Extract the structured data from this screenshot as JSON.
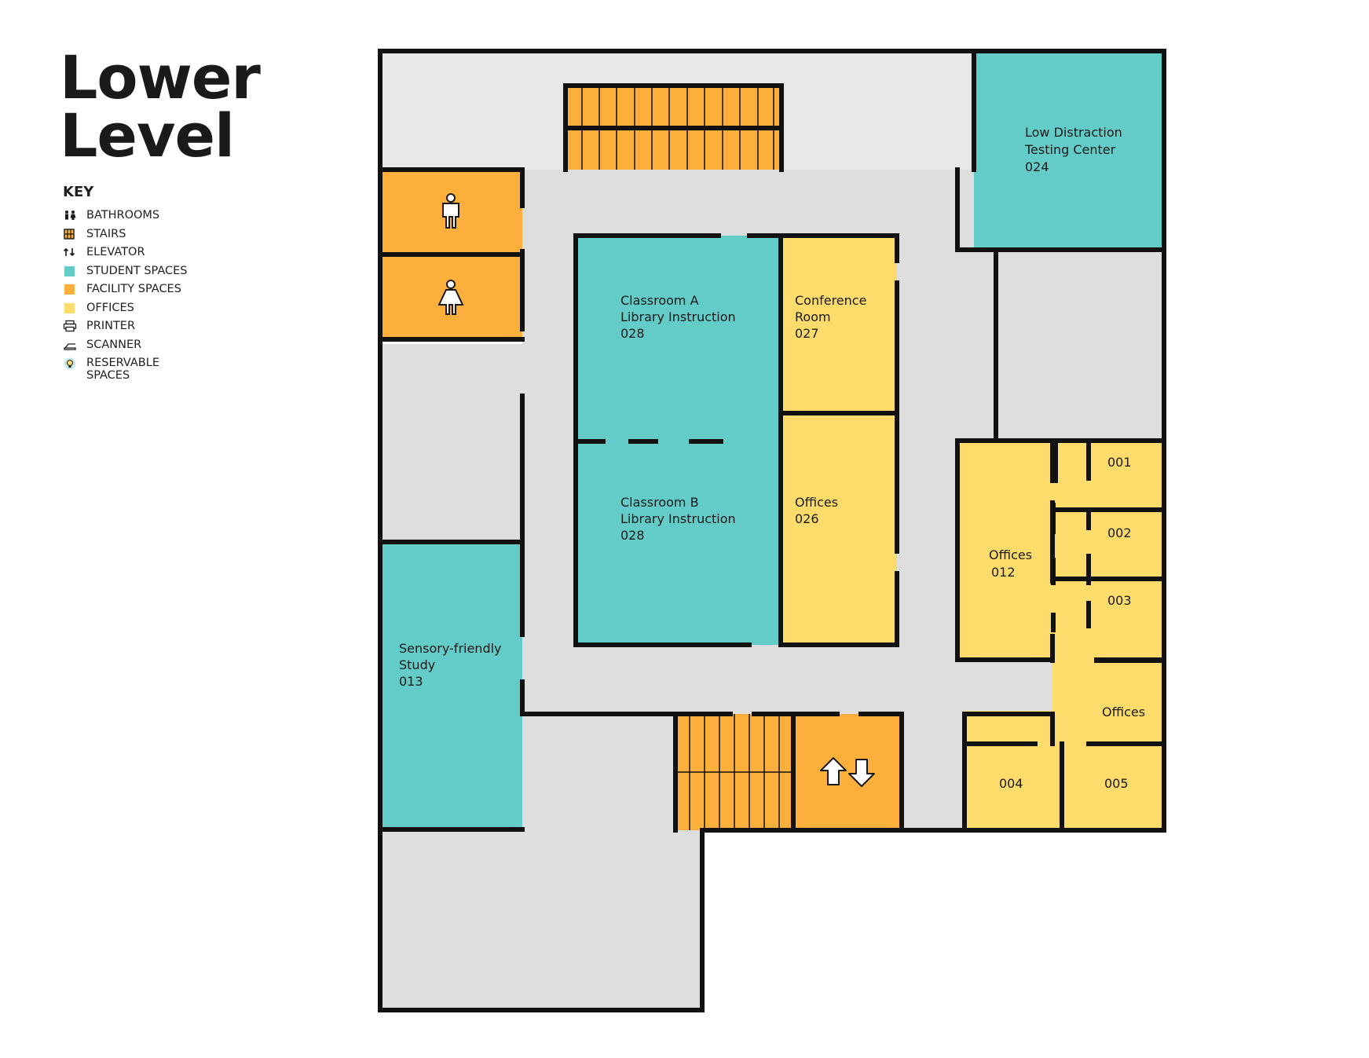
{
  "title": {
    "line1": "Lower",
    "line2": "Level"
  },
  "key": {
    "heading": "KEY",
    "items": [
      {
        "label": "BATHROOMS",
        "icon": "bathroom-icon"
      },
      {
        "label": "STAIRS",
        "icon": "stairs-icon"
      },
      {
        "label": "ELEVATOR",
        "icon": "elevator-icon"
      },
      {
        "label": "STUDENT SPACES",
        "icon": "swatch",
        "color": "#63CCC8"
      },
      {
        "label": "FACILITY SPACES",
        "icon": "swatch",
        "color": "#FCAF3A"
      },
      {
        "label": "OFFICES",
        "icon": "swatch",
        "color": "#FDDC6B"
      },
      {
        "label": "PRINTER",
        "icon": "printer-icon"
      },
      {
        "label": "SCANNER",
        "icon": "scanner-icon"
      },
      {
        "label": "RESERVABLE SPACES",
        "icon": "lightbulb-icon"
      }
    ]
  },
  "colors": {
    "student": "#63CCC8",
    "facility": "#FCAF3A",
    "offices": "#FDDC6B",
    "corridor": "#DEDEDE",
    "unassigned": "#E8E8EA",
    "wall": "#111111"
  },
  "rooms": {
    "testing_center": {
      "lines": [
        "Low Distraction",
        "Testing Center",
        "024"
      ]
    },
    "classroom_a": {
      "lines": [
        "Classroom A",
        "Library Instruction",
        "028"
      ]
    },
    "classroom_b": {
      "lines": [
        "Classroom B",
        "Library Instruction",
        "028"
      ]
    },
    "conference": {
      "lines": [
        "Conference",
        "Room",
        "027"
      ]
    },
    "offices_026": {
      "lines": [
        "Offices",
        "026"
      ]
    },
    "sensory": {
      "lines": [
        "Sensory-friendly",
        "Study",
        "013"
      ]
    },
    "offices_012": {
      "lines": [
        "Offices",
        "012"
      ]
    },
    "office_001": {
      "lines": [
        "001"
      ]
    },
    "office_002": {
      "lines": [
        "002"
      ]
    },
    "office_003": {
      "lines": [
        "003"
      ]
    },
    "offices_east": {
      "lines": [
        "Offices"
      ]
    },
    "office_004": {
      "lines": [
        "004"
      ]
    },
    "office_005": {
      "lines": [
        "005"
      ]
    }
  }
}
